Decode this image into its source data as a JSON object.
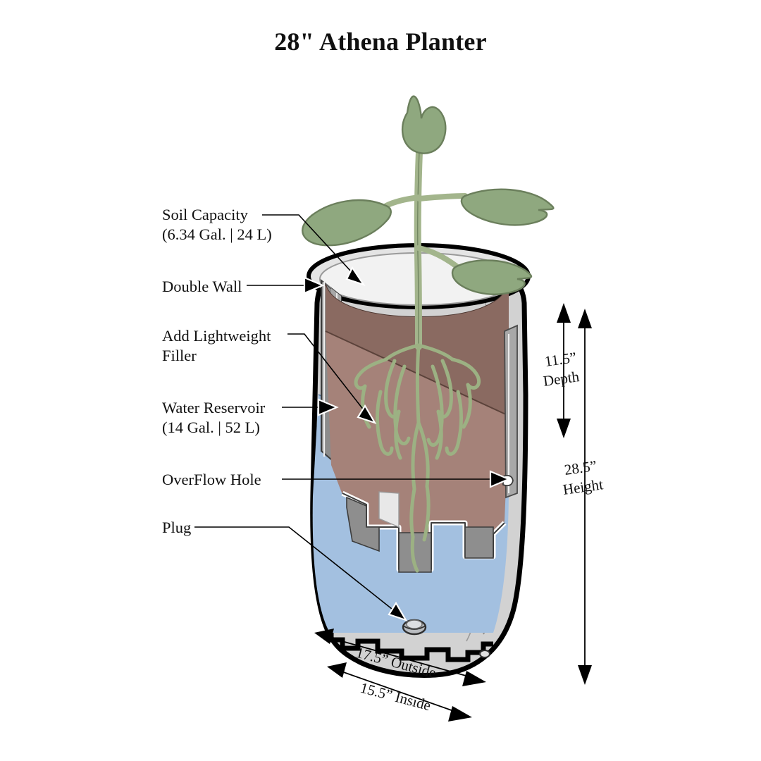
{
  "page": {
    "title": "28\" Athena Planter",
    "background_color": "#ffffff"
  },
  "colors": {
    "outline": "#000000",
    "outer_wall": "#d2d2d2",
    "outer_wall_shade": "#bdbdbd",
    "inner_wall_dark": "#8c8c8c",
    "inner_wall_mid": "#a8a8a8",
    "rim_light": "#e4e4e4",
    "soil_dark": "#8a6a61",
    "soil_light": "#a58279",
    "water": "#a3c0e0",
    "water_shade": "#8fb2d8",
    "leaf": "#8fa87f",
    "leaf_outline": "#6b7f5c",
    "stem": "#a3b58c",
    "root": "#9cb183",
    "plug_body": "#b9bcc0",
    "text": "#111111"
  },
  "labels": {
    "soil_capacity": {
      "line1": "Soil Capacity",
      "line2": "(6.34 Gal. | 24 L)"
    },
    "double_wall": {
      "line1": "Double Wall"
    },
    "lightweight_filler": {
      "line1": "Add Lightweight",
      "line2": "Filler"
    },
    "water_reservoir": {
      "line1": "Water Reservoir",
      "line2": "(14 Gal. | 52 L)"
    },
    "overflow_hole": {
      "line1": "OverFlow Hole"
    },
    "plug": {
      "line1": "Plug"
    }
  },
  "dimensions": {
    "depth": {
      "value": "11.5”",
      "name": "Depth"
    },
    "height": {
      "value": "28.5”",
      "name": "Height"
    },
    "outside": {
      "text": "17.5” Outside"
    },
    "inside": {
      "text": "15.5” Inside"
    }
  }
}
